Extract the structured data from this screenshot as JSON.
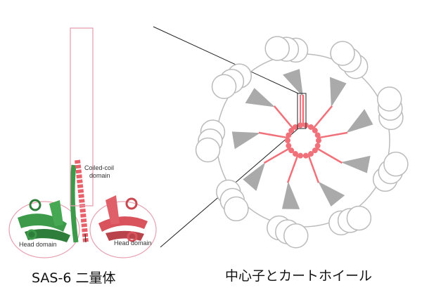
{
  "left_panel": {
    "coiled_coil_label_1": "Coiled-coil",
    "coiled_coil_label_2": "domain",
    "head_domain_left": "Head domain",
    "head_domain_right": "Head domain",
    "caption": "SAS-6 二量体"
  },
  "right_panel": {
    "caption": "中心子とカートホイール",
    "spoke_count": 9
  },
  "colors": {
    "pink": "#f0717a",
    "green": "#3c9a4a",
    "gray": "#aaaaaa",
    "outline": "#e6a0b0"
  }
}
